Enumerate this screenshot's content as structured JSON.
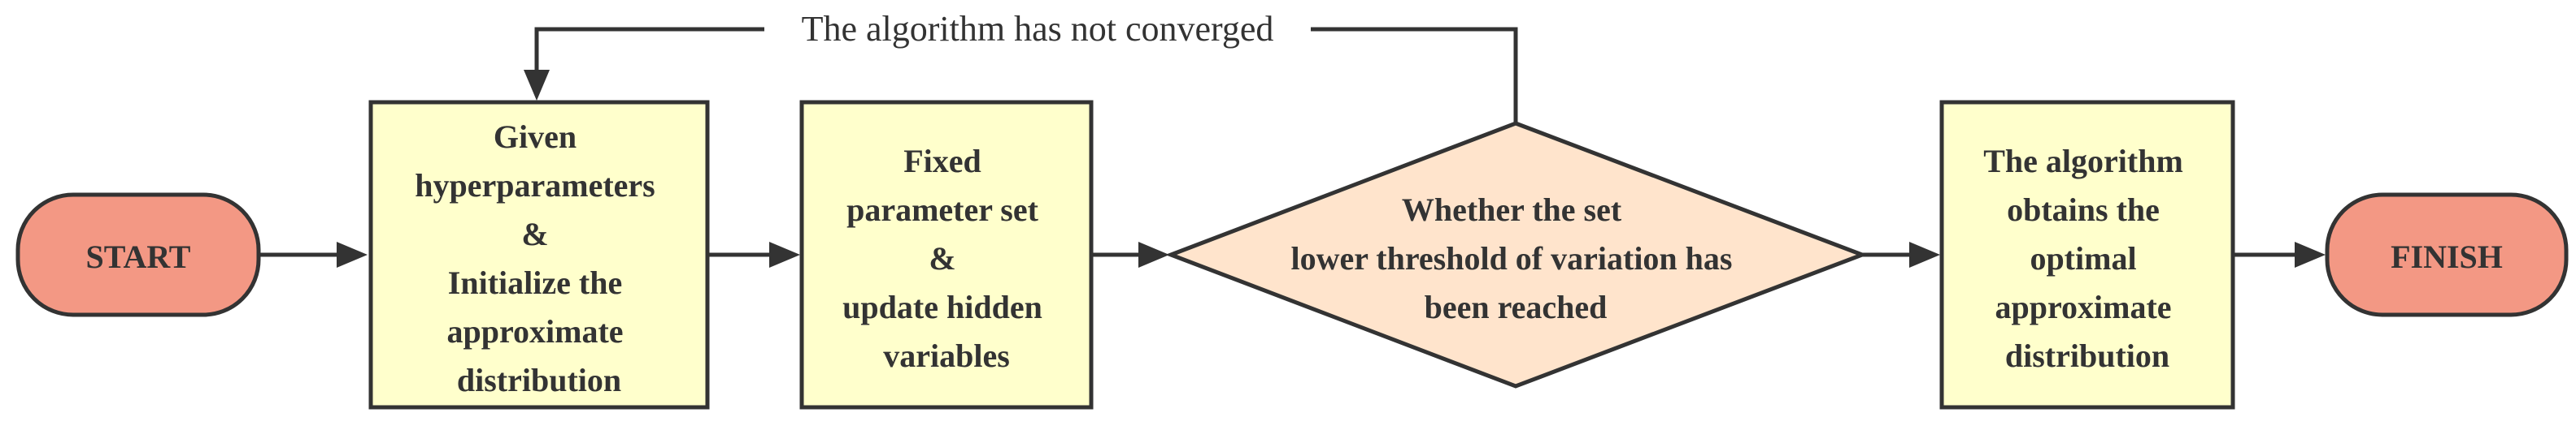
{
  "colors": {
    "terminal_fill": "#F39884",
    "process_fill": "#FFFFCC",
    "decision_fill": "#FFE4CC",
    "stroke": "#333333",
    "text": "#333333"
  },
  "nodes": {
    "start": {
      "shape": "rounded-terminal",
      "lines": [
        "START"
      ]
    },
    "init": {
      "shape": "rectangle",
      "lines": [
        "Given",
        "hyperparameters",
        "&",
        "Initialize the",
        "approximate",
        "distribution"
      ]
    },
    "update": {
      "shape": "rectangle",
      "lines": [
        "Fixed",
        "parameter set",
        "&",
        "update hidden",
        "variables"
      ]
    },
    "decision": {
      "shape": "diamond",
      "lines": [
        "Whether the set",
        "lower threshold of variation has",
        "been reached"
      ]
    },
    "result": {
      "shape": "rectangle",
      "lines": [
        "The algorithm",
        "obtains the",
        "optimal",
        "approximate",
        "distribution"
      ]
    },
    "finish": {
      "shape": "rounded-terminal",
      "lines": [
        "FINISH"
      ]
    }
  },
  "edges": [
    {
      "from": "start",
      "to": "init",
      "label": ""
    },
    {
      "from": "init",
      "to": "update",
      "label": ""
    },
    {
      "from": "update",
      "to": "decision",
      "label": ""
    },
    {
      "from": "decision",
      "to": "result",
      "label": ""
    },
    {
      "from": "result",
      "to": "finish",
      "label": ""
    },
    {
      "from": "decision",
      "to": "init",
      "label": "The algorithm has not converged"
    }
  ]
}
